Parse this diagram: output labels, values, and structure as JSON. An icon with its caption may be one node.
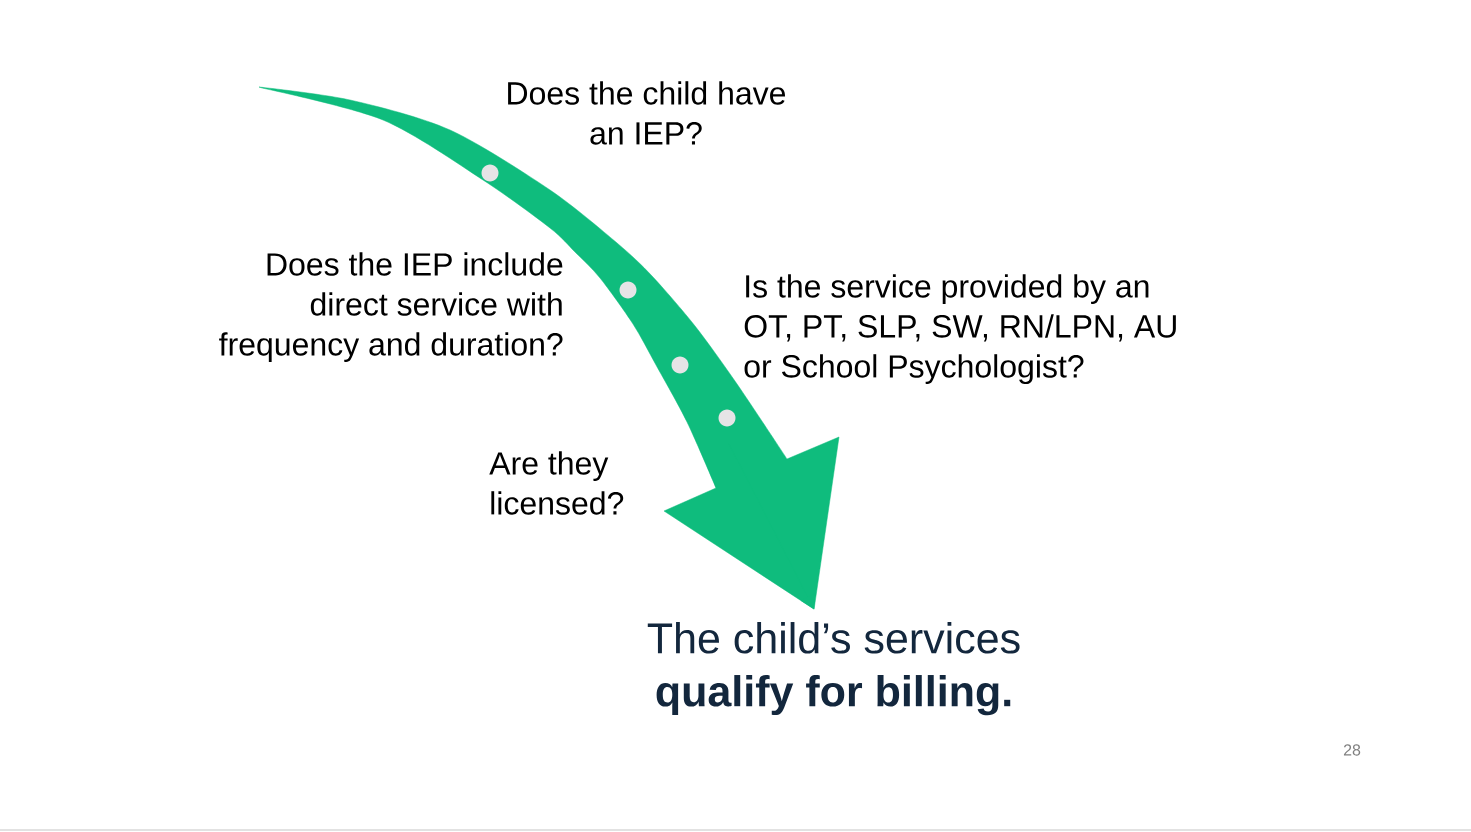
{
  "diagram": {
    "nodes": [
      {
        "text": [
          "Does the child have an IEP?"
        ]
      },
      {
        "text": [
          "Does the IEP include direct service with frequency and duration?"
        ]
      },
      {
        "text": [
          "Is the service provided by an OT, PT, SLP, SW, RN/LPN, AU or School Psychologist?"
        ]
      },
      {
        "text": [
          "Are they licensed?"
        ]
      },
      {
        "text": [
          "The child’s services **qualify for billing.**"
        ]
      }
    ],
    "edges": [
      {
        "from": null,
        "to": 4,
        "arrow": "to"
      }
    ],
    "labels": [
      "28"
    ]
  }
}
